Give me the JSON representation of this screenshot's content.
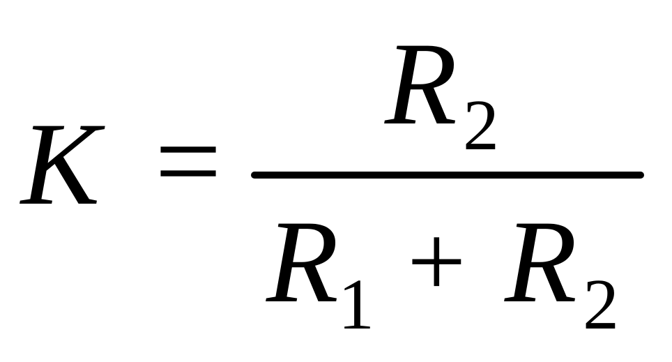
{
  "formula": {
    "lhs": "K",
    "equals": "=",
    "numerator": {
      "variable": "R",
      "subscript": "2"
    },
    "denominator": {
      "term1": {
        "variable": "R",
        "subscript": "1"
      },
      "operator": "+",
      "term2": {
        "variable": "R",
        "subscript": "2"
      }
    }
  },
  "colors": {
    "text": "#000000",
    "background": "#ffffff"
  }
}
